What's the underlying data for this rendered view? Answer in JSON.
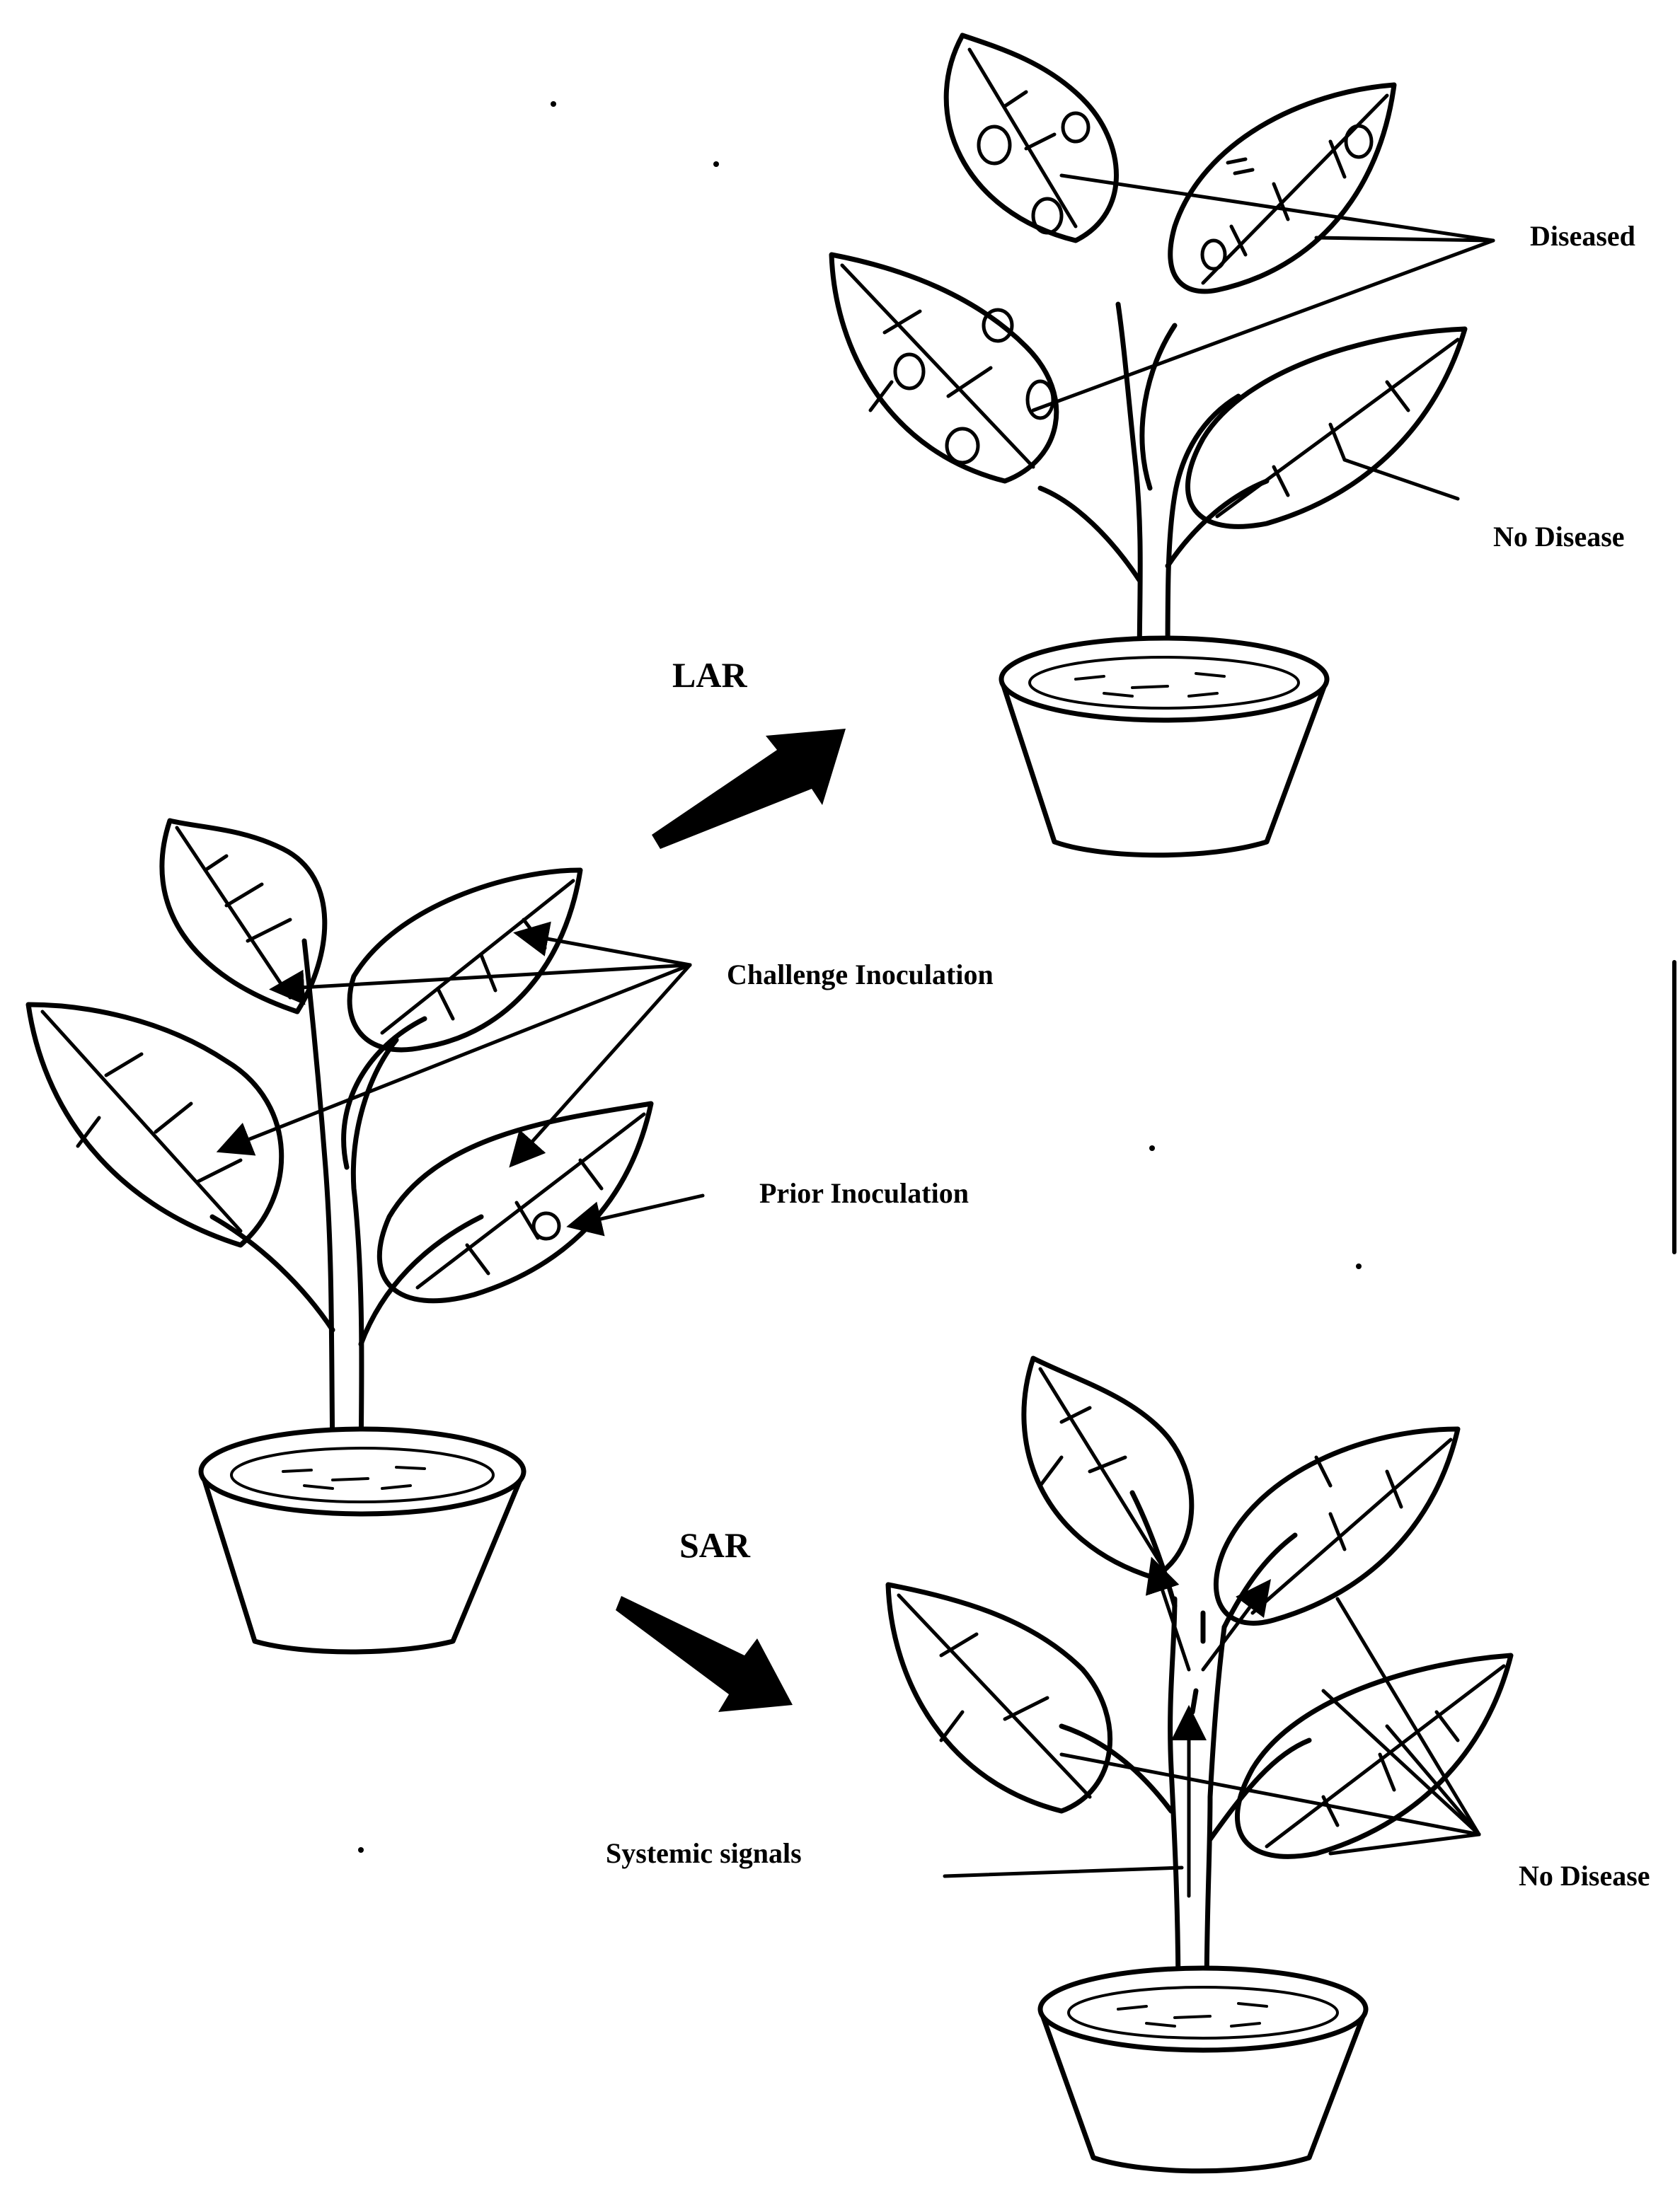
{
  "labels": {
    "diseased": "Diseased",
    "no_disease_top": "No Disease",
    "lar": "LAR",
    "challenge_inoculation": "Challenge Inoculation",
    "prior_inoculation": "Prior Inoculation",
    "sar": "SAR",
    "systemic_signals": "Systemic signals",
    "no_disease_bottom": "No Disease"
  },
  "colors": {
    "ink": "#000000",
    "background": "#ffffff"
  }
}
